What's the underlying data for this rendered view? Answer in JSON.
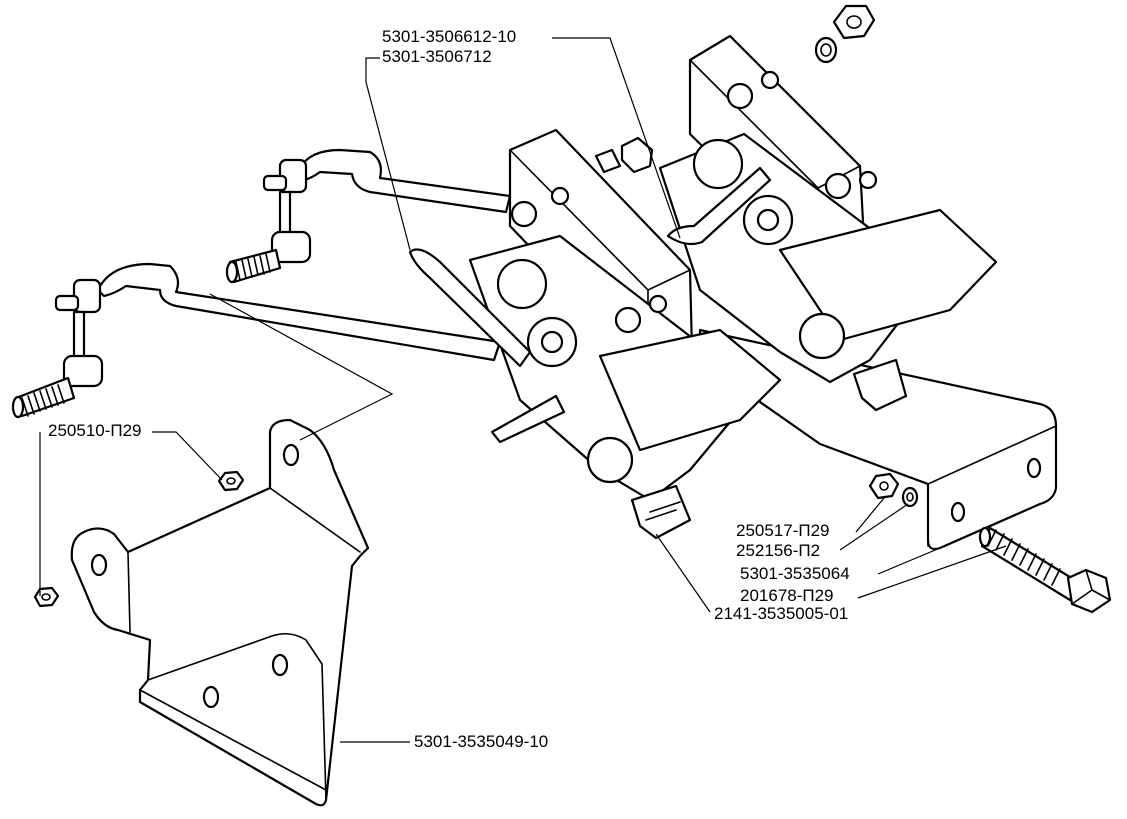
{
  "callouts": {
    "linkage_rod_long": "5301-3506612-10",
    "linkage_rod_short": "5301-3506712",
    "nut_left": "250510-П29",
    "nut_under_bracket": "250517-П29",
    "washer": "252156-П2",
    "bracket_long": "5301-3535064",
    "bolt": "201678-П29",
    "valve_assembly": "2141-3535005-01",
    "bracket_lower": "5301-3535049-10"
  }
}
